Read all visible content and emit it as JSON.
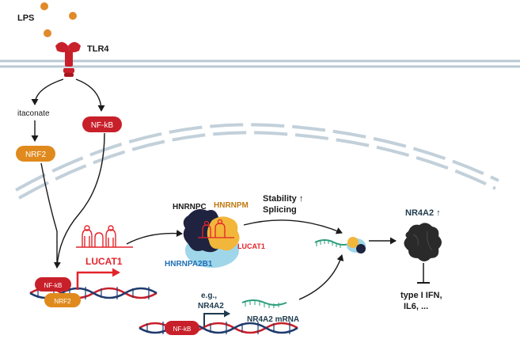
{
  "panel_letter": "",
  "labels": {
    "lps": "LPS",
    "tlr4": "TLR4",
    "itaconate": "itaconate",
    "nfkb_pill": "NF-kB",
    "nrf2_pill": "NRF2",
    "hnrnpc": "HNRNPC",
    "hnrnpm": "HNRNPM",
    "hnrnpa2b1": "HNRNPA2B1",
    "lucat1_complex": "LUCAT1",
    "lucat1_gene": "LUCAT1",
    "stability": "Stability ↑",
    "splicing": "Splicing",
    "nr4a2_up": "NR4A2 ↑",
    "eg": "e.g.,",
    "nr4a2_gene": "NR4A2",
    "nr4a2_mrna": "NR4A2 mRNA",
    "dna_nfkb_1": "NF-kB",
    "dna_nrf2": "NRF2",
    "dna_nfkb_2": "NF-kB",
    "outcome_1": "type I IFN,",
    "outcome_2": "IL6, ..."
  },
  "colors": {
    "membrane": "#b9c8d3",
    "nfkb": "#c8202a",
    "nrf2": "#e08a1e",
    "tlr4": "#c8202a",
    "lps": "#e08a2a",
    "hnrnpc": "#1f2340",
    "hnrnpm": "#f2b63a",
    "hnrnpa2b1": "#9fd6ea",
    "lucat1": "#e3242b",
    "mrna": "#2a9d7a",
    "nr4a2_protein": "#2a2a2a",
    "text_dark": "#1a1a1a",
    "text_nr4a2": "#1f3b4d",
    "text_blue": "#1f6fb5"
  }
}
